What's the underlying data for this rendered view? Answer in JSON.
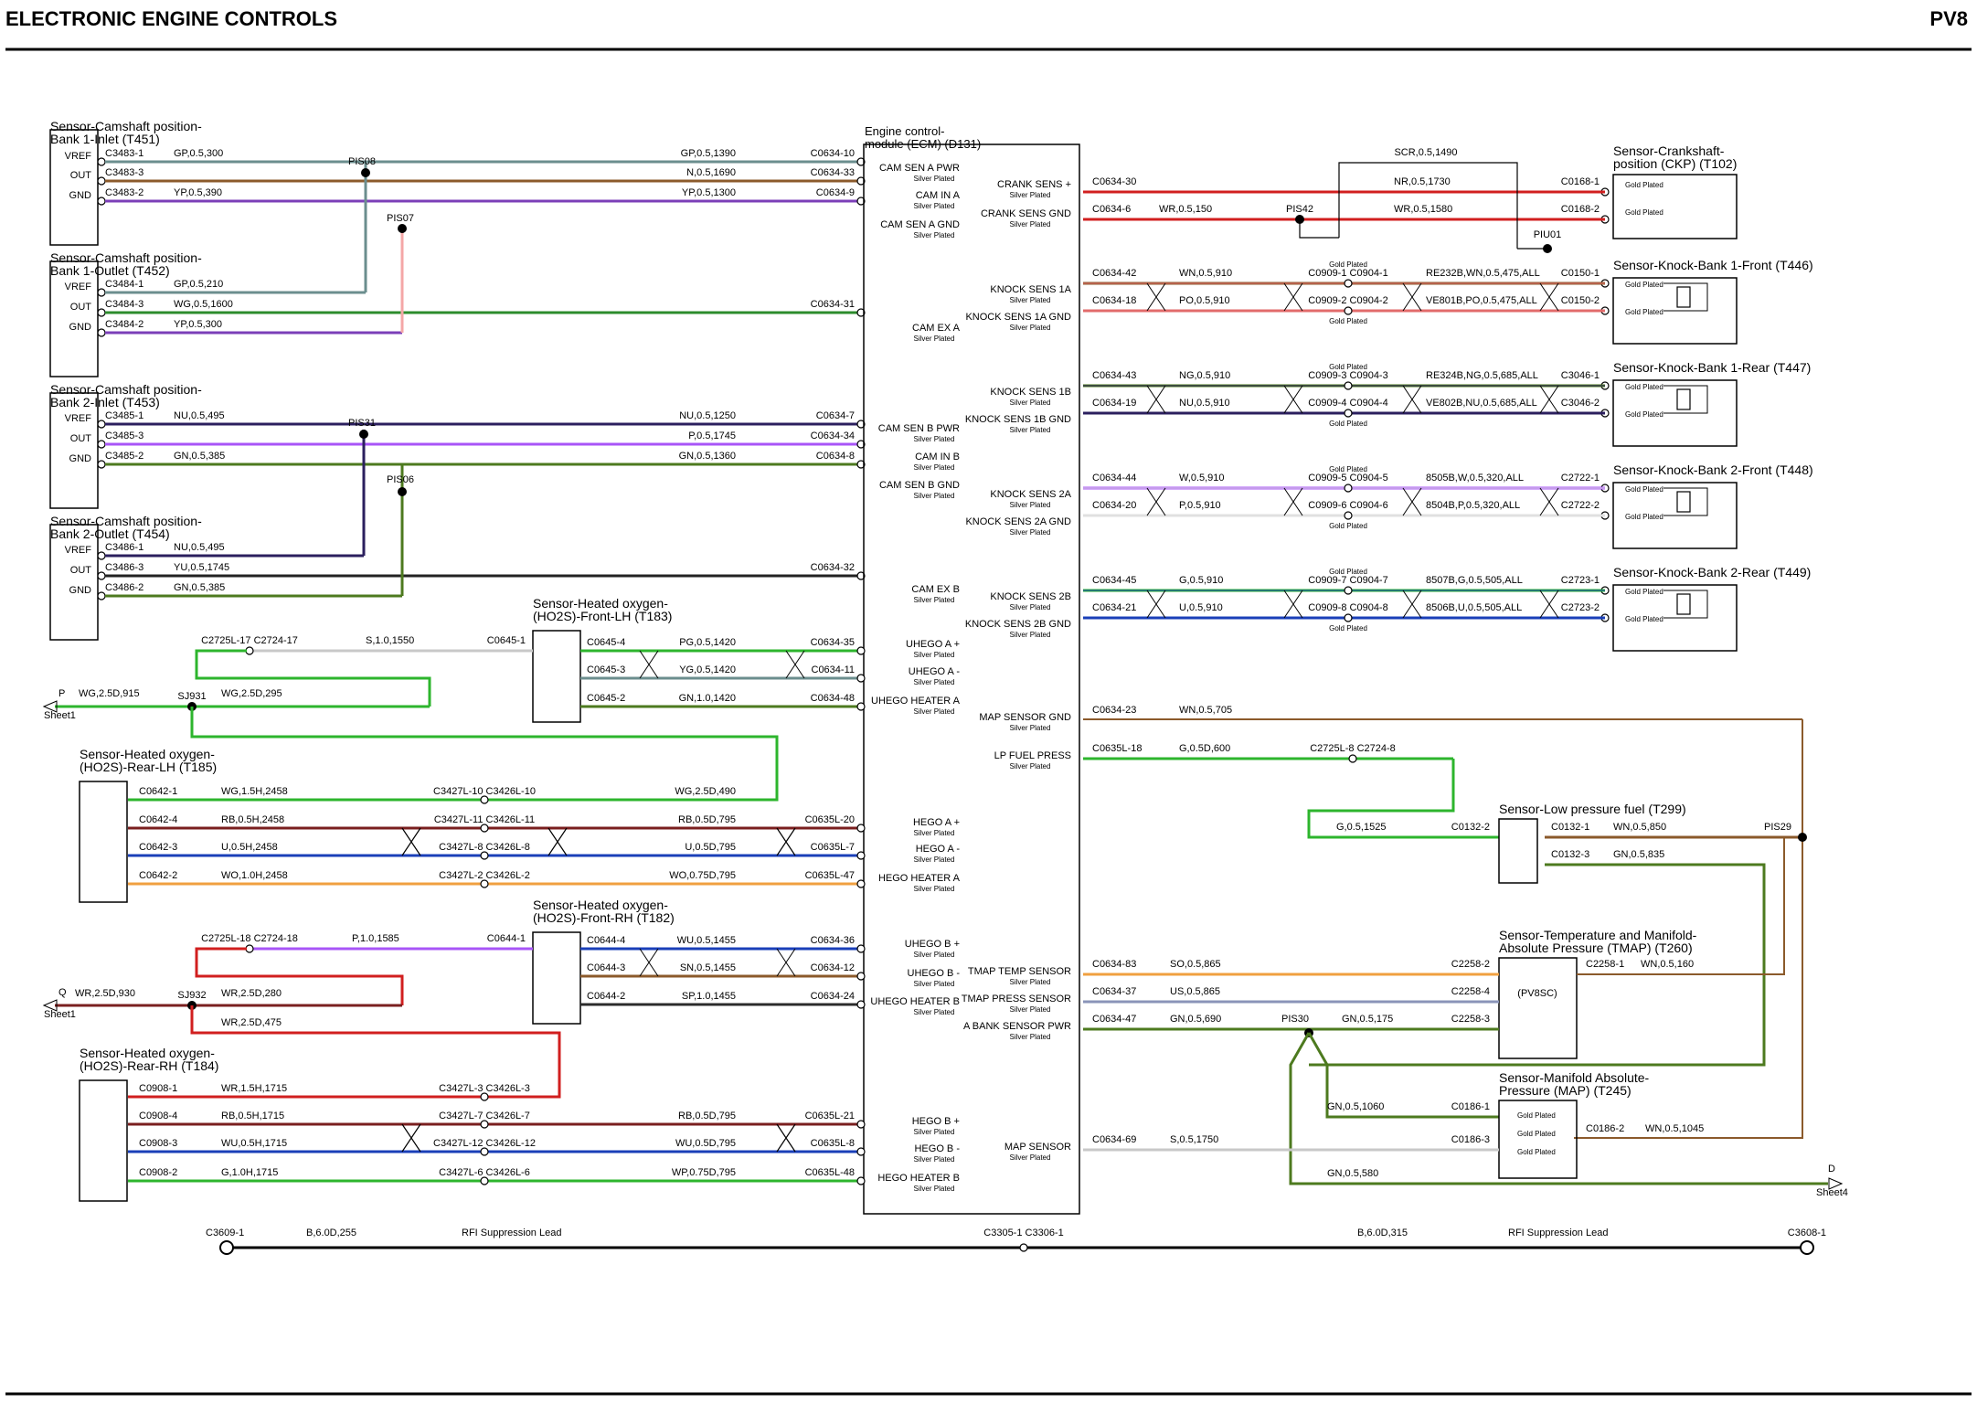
{
  "header": {
    "title": "ELECTRONIC ENGINE CONTROLS",
    "code": "PV8"
  },
  "colors": {
    "G": "#2db52d",
    "W": "#c8c8c8",
    "N": "#8b5a2b",
    "R": "#d11f1f",
    "B": "#1a3fb8",
    "P": "#a855f7",
    "Y": "#f5a623",
    "U": "#1a3fb8",
    "K": "#f4a7a7",
    "S": "#9aa6b0",
    "O": "#f0a040",
    "V": "#7b3fb8"
  },
  "components": [
    {
      "id": "T451",
      "label1": "Sensor-Camshaft position-",
      "label2": "Bank 1-Inlet (T451)",
      "pins": [
        "VREF",
        "OUT",
        "GND"
      ]
    },
    {
      "id": "T452",
      "label1": "Sensor-Camshaft position-",
      "label2": "Bank 1-Outlet (T452)",
      "pins": [
        "VREF",
        "OUT",
        "GND"
      ]
    },
    {
      "id": "T453",
      "label1": "Sensor-Camshaft position-",
      "label2": "Bank 2-Inlet (T453)",
      "pins": [
        "VREF",
        "OUT",
        "GND"
      ]
    },
    {
      "id": "T454",
      "label1": "Sensor-Camshaft position-",
      "label2": "Bank 2-Outlet (T454)",
      "pins": [
        "VREF",
        "OUT",
        "GND"
      ]
    },
    {
      "id": "T183",
      "label1": "Sensor-Heated oxygen-",
      "label2": "(HO2S)-Front-LH (T183)",
      "pins": []
    },
    {
      "id": "T185",
      "label1": "Sensor-Heated oxygen-",
      "label2": "(HO2S)-Rear-LH (T185)",
      "pins": []
    },
    {
      "id": "T182",
      "label1": "Sensor-Heated oxygen-",
      "label2": "(HO2S)-Front-RH (T182)",
      "pins": []
    },
    {
      "id": "T184",
      "label1": "Sensor-Heated oxygen-",
      "label2": "(HO2S)-Rear-RH (T184)",
      "pins": []
    },
    {
      "id": "D131",
      "label1": "Engine control-",
      "label2": "module (ECM) (D131)",
      "pins": []
    },
    {
      "id": "T102",
      "label1": "Sensor-Crankshaft-",
      "label2": "position (CKP) (T102)",
      "pins": [
        "Gold Plated",
        "Gold Plated"
      ]
    },
    {
      "id": "T446",
      "label1": "Sensor-Knock-Bank 1-Front (T446)",
      "label2": "",
      "pins": [
        "Gold Plated",
        "Gold Plated"
      ]
    },
    {
      "id": "T447",
      "label1": "Sensor-Knock-Bank 1-Rear (T447)",
      "label2": "",
      "pins": [
        "Gold Plated",
        "Gold Plated"
      ]
    },
    {
      "id": "T448",
      "label1": "Sensor-Knock-Bank 2-Front (T448)",
      "label2": "",
      "pins": [
        "Gold Plated",
        "Gold Plated"
      ]
    },
    {
      "id": "T449",
      "label1": "Sensor-Knock-Bank 2-Rear (T449)",
      "label2": "",
      "pins": [
        "Gold Plated",
        "Gold Plated"
      ]
    },
    {
      "id": "T299",
      "label1": "Sensor-Low pressure fuel (T299)",
      "label2": "",
      "pins": []
    },
    {
      "id": "T260",
      "label1": "Sensor-Temperature and Manifold-",
      "label2": "Absolute Pressure (TMAP) (T260)",
      "inner": "(PV8SC)",
      "pins": []
    },
    {
      "id": "T245",
      "label1": "Sensor-Manifold Absolute-",
      "label2": "Pressure (MAP) (T245)",
      "pins": [
        "Gold Plated",
        "Gold Plated",
        "Gold Plated"
      ]
    }
  ],
  "ecm_left": [
    {
      "name": "CAM SEN A PWR",
      "sub": "Silver Plated"
    },
    {
      "name": "CAM IN A",
      "sub": "Silver Plated"
    },
    {
      "name": "CAM SEN A GND",
      "sub": "Silver Plated"
    },
    {
      "name": "CAM EX A",
      "sub": "Silver Plated"
    },
    {
      "name": "CAM SEN B PWR",
      "sub": "Silver Plated"
    },
    {
      "name": "CAM IN B",
      "sub": "Silver Plated"
    },
    {
      "name": "CAM SEN B GND",
      "sub": "Silver Plated"
    },
    {
      "name": "CAM EX B",
      "sub": "Silver Plated"
    },
    {
      "name": "UHEGO A +",
      "sub": "Silver Plated"
    },
    {
      "name": "UHEGO A -",
      "sub": "Silver Plated"
    },
    {
      "name": "UHEGO HEATER A",
      "sub": "Silver Plated"
    },
    {
      "name": "HEGO A +",
      "sub": "Silver Plated"
    },
    {
      "name": "HEGO A -",
      "sub": "Silver Plated"
    },
    {
      "name": "HEGO HEATER A",
      "sub": "Silver Plated"
    },
    {
      "name": "UHEGO B +",
      "sub": "Silver Plated"
    },
    {
      "name": "UHEGO B -",
      "sub": "Silver Plated"
    },
    {
      "name": "UHEGO HEATER B",
      "sub": "Silver Plated"
    },
    {
      "name": "HEGO B +",
      "sub": "Silver Plated"
    },
    {
      "name": "HEGO B -",
      "sub": "Silver Plated"
    },
    {
      "name": "HEGO HEATER B",
      "sub": "Silver Plated"
    }
  ],
  "ecm_right": [
    {
      "name": "CRANK SENS +",
      "sub": "Silver Plated"
    },
    {
      "name": "CRANK SENS GND",
      "sub": "Silver Plated"
    },
    {
      "name": "KNOCK SENS 1A",
      "sub": "Silver Plated"
    },
    {
      "name": "KNOCK SENS 1A GND",
      "sub": "Silver Plated"
    },
    {
      "name": "KNOCK SENS 1B",
      "sub": "Silver Plated"
    },
    {
      "name": "KNOCK SENS 1B GND",
      "sub": "Silver Plated"
    },
    {
      "name": "KNOCK SENS 2A",
      "sub": "Silver Plated"
    },
    {
      "name": "KNOCK SENS 2A GND",
      "sub": "Silver Plated"
    },
    {
      "name": "KNOCK SENS 2B",
      "sub": "Silver Plated"
    },
    {
      "name": "KNOCK SENS 2B GND",
      "sub": "Silver Plated"
    },
    {
      "name": "MAP SENSOR GND",
      "sub": "Silver Plated"
    },
    {
      "name": "LP FUEL PRESS",
      "sub": "Silver Plated"
    },
    {
      "name": "TMAP TEMP SENSOR",
      "sub": "Silver Plated"
    },
    {
      "name": "TMAP PRESS SENSOR",
      "sub": "Silver Plated"
    },
    {
      "name": "A BANK SENSOR PWR",
      "sub": "Silver Plated"
    },
    {
      "name": "MAP SENSOR",
      "sub": "Silver Plated"
    }
  ],
  "splices": [
    "PIS08",
    "PIS07",
    "PIS31",
    "PIS06",
    "SJ931",
    "SJ932",
    "PIS42",
    "PIU01",
    "PIS29",
    "PIS30"
  ],
  "offsheet": [
    {
      "letter": "P",
      "label": "Sheet1"
    },
    {
      "letter": "Q",
      "label": "Sheet1"
    },
    {
      "letter": "D",
      "label": "Sheet4"
    }
  ],
  "wires": [
    {
      "l": "C3483-1",
      "m": "GP,0.5,300",
      "n": "GP,0.5,1390",
      "r": "C0634-10"
    },
    {
      "l": "C3483-3",
      "m": "",
      "n": "N,0.5,1690",
      "r": "C0634-33"
    },
    {
      "l": "C3483-2",
      "m": "YP,0.5,390",
      "n": "YP,0.5,1300",
      "r": "C0634-9"
    },
    {
      "l": "C3484-1",
      "m": "GP,0.5,210",
      "n": "",
      "r": ""
    },
    {
      "l": "C3484-3",
      "m": "WG,0.5,1600",
      "n": "",
      "r": "C0634-31"
    },
    {
      "l": "C3484-2",
      "m": "YP,0.5,300",
      "n": "",
      "r": ""
    },
    {
      "l": "C3485-1",
      "m": "NU,0.5,495",
      "n": "NU,0.5,1250",
      "r": "C0634-7"
    },
    {
      "l": "C3485-3",
      "m": "",
      "n": "P,0.5,1745",
      "r": "C0634-34"
    },
    {
      "l": "C3485-2",
      "m": "GN,0.5,385",
      "n": "GN,0.5,1360",
      "r": "C0634-8"
    },
    {
      "l": "C3486-1",
      "m": "NU,0.5,495",
      "n": "",
      "r": ""
    },
    {
      "l": "C3486-3",
      "m": "YU,0.5,1745",
      "n": "",
      "r": "C0634-32"
    },
    {
      "l": "C3486-2",
      "m": "GN,0.5,385",
      "n": "",
      "r": ""
    },
    {
      "l": "C0645-4",
      "m": "",
      "n": "PG,0.5,1420",
      "r": "C0634-35"
    },
    {
      "l": "C0645-3",
      "m": "",
      "n": "YG,0.5,1420",
      "r": "C0634-11"
    },
    {
      "l": "C0645-2",
      "m": "",
      "n": "GN,1.0,1420",
      "r": "C0634-48"
    },
    {
      "l": "C0642-1",
      "m": "WG,1.5H,2458",
      "n": "WG,2.5D,490",
      "r": ""
    },
    {
      "l": "C0642-4",
      "m": "RB,0.5H,2458",
      "n": "RB,0.5D,795",
      "r": "C0635L-20"
    },
    {
      "l": "C0642-3",
      "m": "U,0.5H,2458",
      "n": "U,0.5D,795",
      "r": "C0635L-7"
    },
    {
      "l": "C0642-2",
      "m": "WO,1.0H,2458",
      "n": "WO,0.75D,795",
      "r": "C0635L-47"
    },
    {
      "l": "C0644-4",
      "m": "",
      "n": "WU,0.5,1455",
      "r": "C0634-36"
    },
    {
      "l": "C0644-3",
      "m": "",
      "n": "SN,0.5,1455",
      "r": "C0634-12"
    },
    {
      "l": "C0644-2",
      "m": "",
      "n": "SP,1.0,1455",
      "r": "C0634-24"
    },
    {
      "l": "C0908-1",
      "m": "WR,1.5H,1715",
      "n": "",
      "r": ""
    },
    {
      "l": "C0908-4",
      "m": "RB,0.5H,1715",
      "n": "RB,0.5D,795",
      "r": "C0635L-21"
    },
    {
      "l": "C0908-3",
      "m": "WU,0.5H,1715",
      "n": "WU,0.5D,795",
      "r": "C0635L-8"
    },
    {
      "l": "C0908-2",
      "m": "G,1.0H,1715",
      "n": "WP,0.75D,795",
      "r": "C0635L-48"
    }
  ],
  "inline": [
    "C3427L-10 C3426L-10",
    "C3427L-11 C3426L-11",
    "C3427L-8 C3426L-8",
    "C3427L-2 C3426L-2",
    "C3427L-3 C3426L-3",
    "C3427L-7 C3426L-7",
    "C3427L-12 C3426L-12",
    "C3427L-6 C3426L-6",
    "C2725L-17 C2724-17",
    "C2725L-18 C2724-18",
    "C2725L-8 C2724-8",
    "C0909-1 C0904-1",
    "C0909-2 C0904-2",
    "C0909-3 C0904-3",
    "C0909-4 C0904-4",
    "C0909-5 C0904-5",
    "C0909-6 C0904-6",
    "C0909-7 C0904-7",
    "C0909-8 C0904-8"
  ],
  "misc": {
    "s1": "S,1.0,1550",
    "c0645_1": "C0645-1",
    "p_w1": "WG,2.5D,915",
    "p_w2": "WG,2.5D,295",
    "q_w1": "WR,2.5D,930",
    "q_w2": "WR,2.5D,280",
    "q_w3": "WR,2.5D,475",
    "p_c0644_1": "C0644-1",
    "p1585": "P,1.0,1585",
    "gold": "Gold Plated"
  },
  "right": {
    "scr": "SCR,0.5,1490",
    "nr": "NR,0.5,1730",
    "wr": "WR,0.5,1580",
    "c0634_30": "C0634-30",
    "c0634_6": "C0634-6",
    "wr150": "WR,0.5,150",
    "c0168_1": "C0168-1",
    "c0168_2": "C0168-2",
    "k": [
      {
        "a": "C0634-42",
        "b": "C0634-18",
        "w1": "WN,0.5,910",
        "w2": "PO,0.5,910",
        "n1": "RE232B,WN,0.5,475,ALL",
        "n2": "VE801B,PO,0.5,475,ALL",
        "c1": "C0150-1",
        "c2": "C0150-2"
      },
      {
        "a": "C0634-43",
        "b": "C0634-19",
        "w1": "NG,0.5,910",
        "w2": "NU,0.5,910",
        "n1": "RE324B,NG,0.5,685,ALL",
        "n2": "VE802B,NU,0.5,685,ALL",
        "c1": "C3046-1",
        "c2": "C3046-2"
      },
      {
        "a": "C0634-44",
        "b": "C0634-20",
        "w1": "W,0.5,910",
        "w2": "P,0.5,910",
        "n1": "8505B,W,0.5,320,ALL",
        "n2": "8504B,P,0.5,320,ALL",
        "c1": "C2722-1",
        "c2": "C2722-2"
      },
      {
        "a": "C0634-45",
        "b": "C0634-21",
        "w1": "G,0.5,910",
        "w2": "U,0.5,910",
        "n1": "8507B,G,0.5,505,ALL",
        "n2": "8506B,U,0.5,505,ALL",
        "c1": "C2723-1",
        "c2": "C2723-2"
      }
    ],
    "map_gnd": "C0634-23",
    "wn705": "WN,0.5,705",
    "lp": "C0635L-18",
    "g600": "G,0.5D,600",
    "g1525": "G,0.5,1525",
    "c0132_2": "C0132-2",
    "c0132_1": "C0132-1",
    "c0132_3": "C0132-3",
    "wn850": "WN,0.5,850",
    "gn835": "GN,0.5,835",
    "c0634_83": "C0634-83",
    "so865": "SO,0.5,865",
    "c2258_2": "C2258-2",
    "c0634_37": "C0634-37",
    "us865": "US,0.5,865",
    "c2258_4": "C2258-4",
    "c0634_47": "C0634-47",
    "gn690": "GN,0.5,690",
    "gn175": "GN,0.5,175",
    "c2258_3": "C2258-3",
    "c2258_1": "C2258-1",
    "wn160": "WN,0.5,160",
    "gn1060": "GN,0.5,1060",
    "c0186_1": "C0186-1",
    "c0186_2": "C0186-2",
    "wn1045": "WN,0.5,1045",
    "c0634_69": "C0634-69",
    "s1750": "S,0.5,1750",
    "c0186_3": "C0186-3",
    "gn580": "GN,0.5,580"
  },
  "bottom": {
    "c3609": "C3609-1",
    "b255": "B,6.0D,255",
    "rfi1": "RFI Suppression Lead",
    "c3305": "C3305-1 C3306-1",
    "b315": "B,6.0D,315",
    "rfi2": "RFI Suppression Lead",
    "c3608": "C3608-1"
  }
}
